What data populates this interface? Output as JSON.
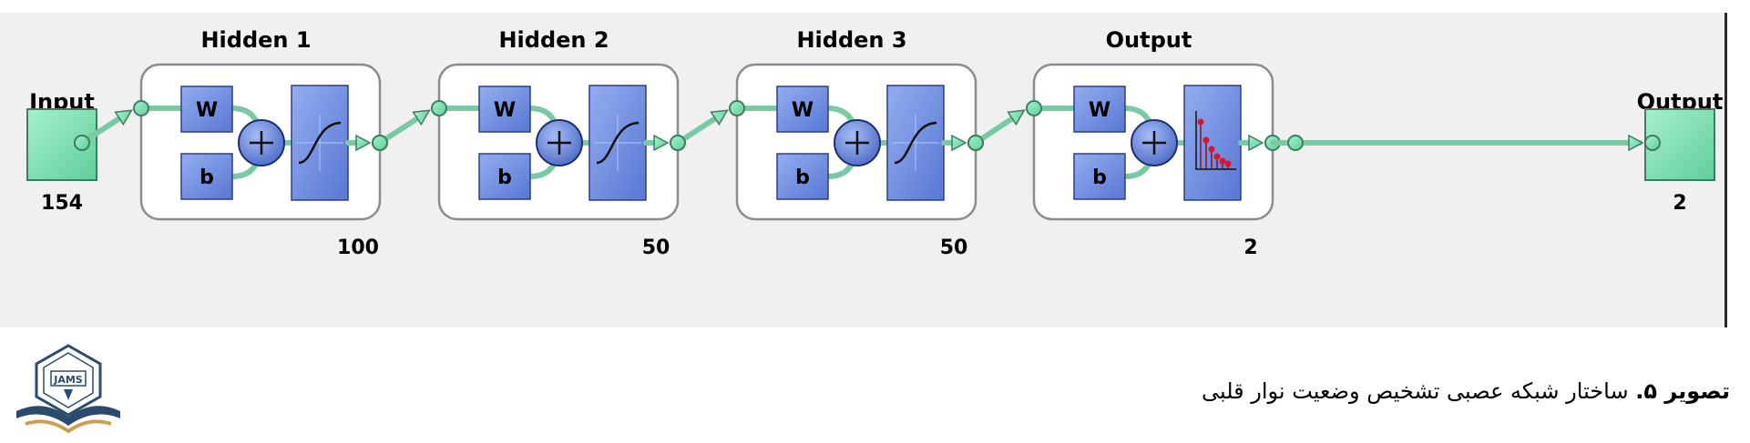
{
  "diagram": {
    "input": {
      "title": "Input",
      "size": "154"
    },
    "layers": [
      {
        "title": "Hidden 1",
        "size": "100",
        "weight": "W",
        "bias": "b",
        "transfer": "tansig-icon"
      },
      {
        "title": "Hidden 2",
        "size": "50",
        "weight": "W",
        "bias": "b",
        "transfer": "tansig-icon"
      },
      {
        "title": "Hidden 3",
        "size": "50",
        "weight": "W",
        "bias": "b",
        "transfer": "tansig-icon"
      },
      {
        "title": "Output",
        "size": "2",
        "weight": "W",
        "bias": "b",
        "transfer": "softmax-icon"
      }
    ],
    "output": {
      "title": "Output",
      "size": "2"
    },
    "colors": {
      "panel_bg": "#f0f0f0",
      "node_green": "#7fdeb0",
      "block_blue": "#6f8fe0",
      "connector": "#79c9a5"
    }
  },
  "caption": {
    "label": "تصویر ۵.",
    "text": "ساختار شبکه عصبی تشخیص وضعیت نوار قلبی"
  },
  "logo": {
    "text": "JAMS"
  }
}
